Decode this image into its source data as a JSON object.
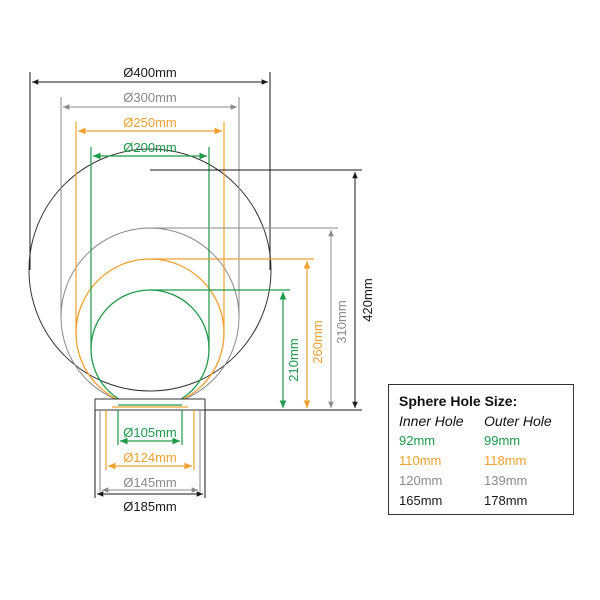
{
  "colors": {
    "black": "#1a1a1a",
    "grey": "#8a8a8a",
    "orange": "#f0a030",
    "green": "#1e9a4a"
  },
  "diameters": {
    "d400": "Ø400mm",
    "d300": "Ø300mm",
    "d250": "Ø250mm",
    "d200": "Ø200mm",
    "d105": "Ø105mm",
    "d124": "Ø124mm",
    "d145": "Ø145mm",
    "d185": "Ø185mm"
  },
  "heights": {
    "h420": "420mm",
    "h310": "310mm",
    "h260": "260mm",
    "h210": "210mm"
  },
  "table": {
    "title": "Sphere Hole Size:",
    "inner_header": "Inner Hole",
    "outer_header": "Outer Hole",
    "rows": [
      {
        "inner": "92mm",
        "outer": "99mm",
        "color": "#1e9a4a"
      },
      {
        "inner": "110mm",
        "outer": "118mm",
        "color": "#f0a030"
      },
      {
        "inner": "120mm",
        "outer": "139mm",
        "color": "#8a8a8a"
      },
      {
        "inner": "165mm",
        "outer": "178mm",
        "color": "#1a1a1a"
      }
    ]
  }
}
